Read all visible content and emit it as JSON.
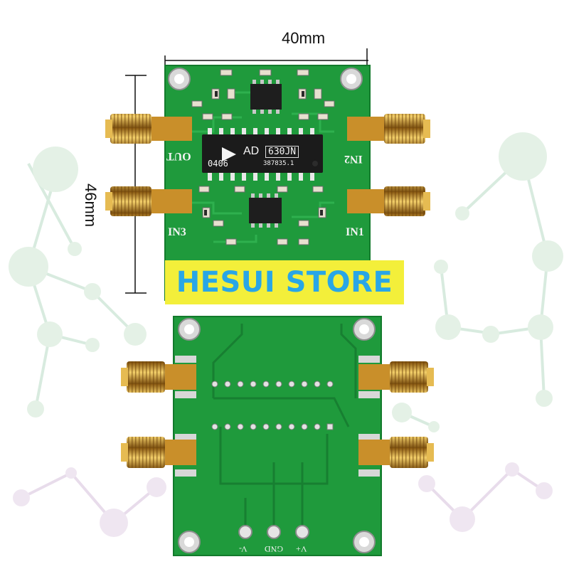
{
  "banner": {
    "text": "HESUI STORE"
  },
  "dimensions": {
    "width_label": "40mm",
    "height_label": "46mm"
  },
  "chip": {
    "brand": "AD",
    "model": "630JN",
    "date_code": "0406",
    "lot_code": "387835.1"
  },
  "connector_labels": {
    "out": "OUT",
    "in1": "IN1",
    "in2": "IN2",
    "in3": "IN3"
  },
  "power_labels": {
    "v_minus": "V-",
    "gnd": "GND",
    "v_plus": "V+"
  },
  "colors": {
    "pcb_green": "#1f9a3c",
    "pcb_dark": "#16802f",
    "gold": "#d9a23a",
    "banner_yellow": "#f3ef3a",
    "banner_text": "#29a6e6"
  }
}
